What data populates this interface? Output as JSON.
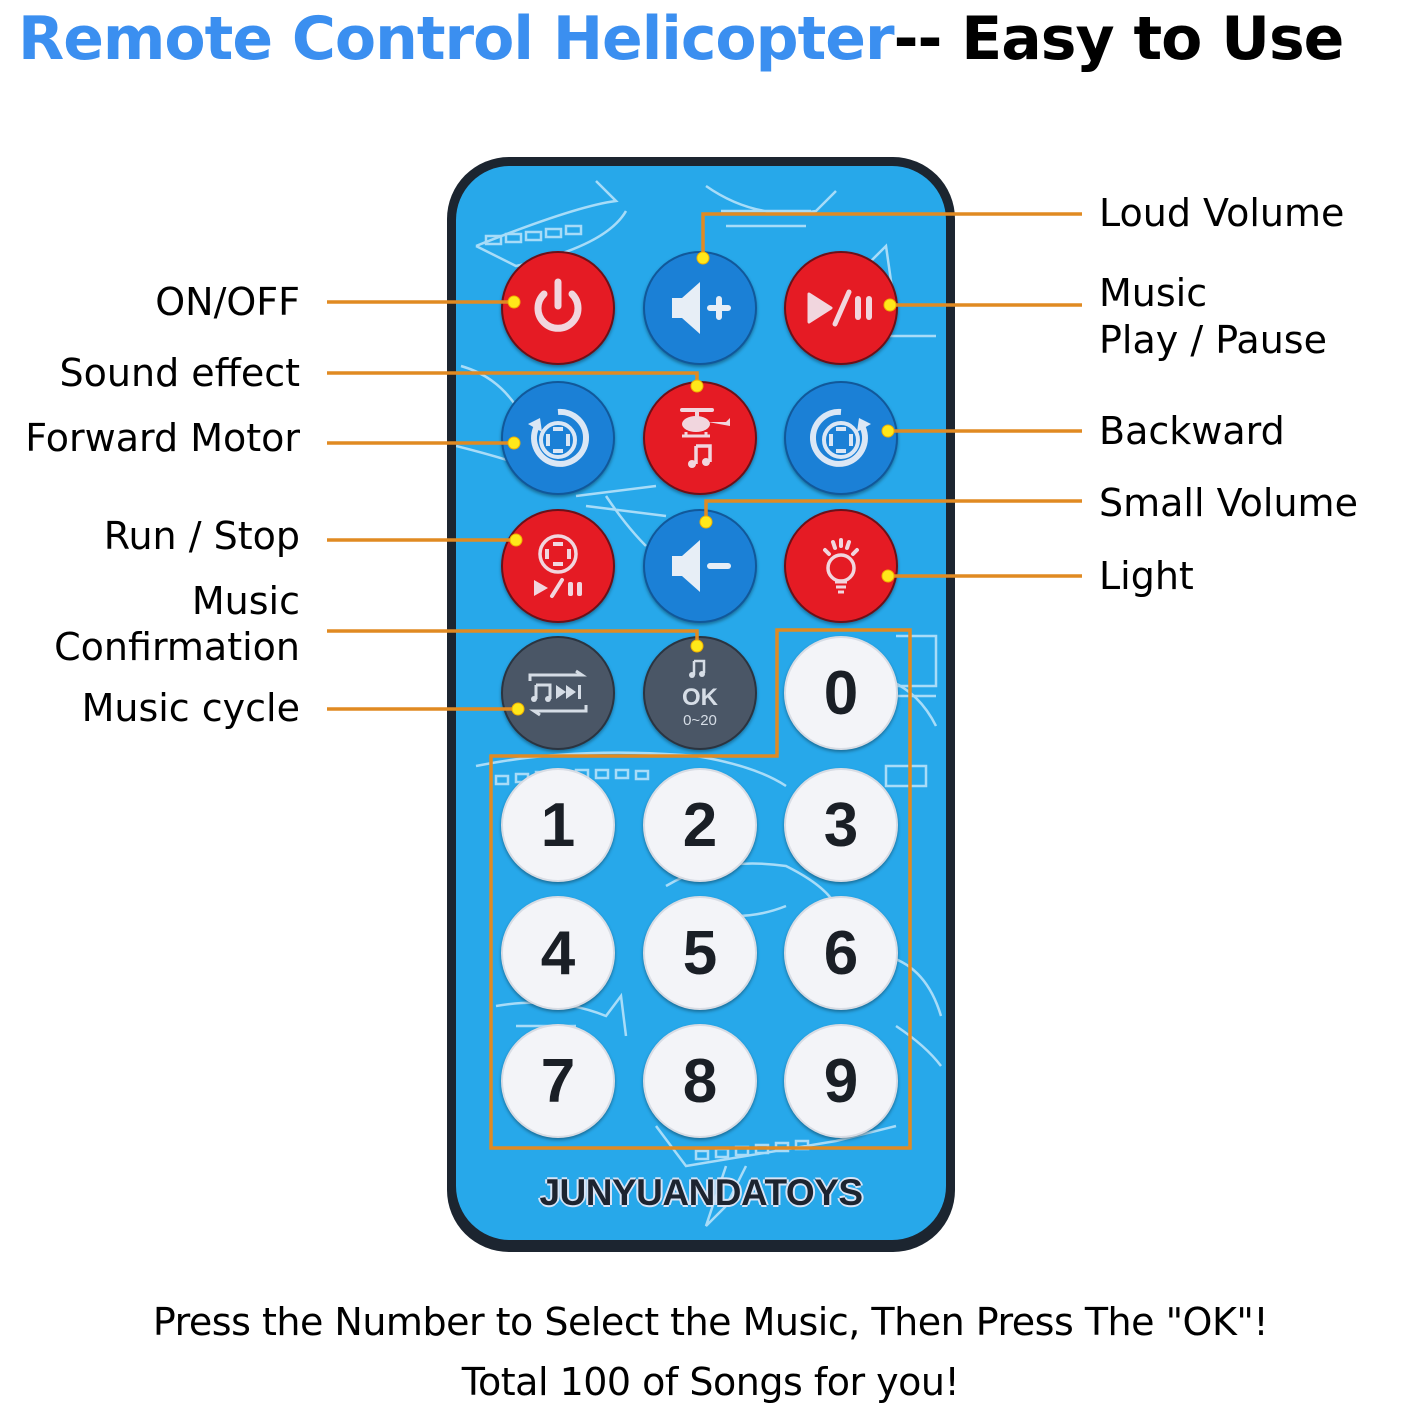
{
  "title": {
    "blue_part": "Remote Control Helicopter",
    "black_part": "-- Easy to Use"
  },
  "remote": {
    "brand": "JUNYUANDATOYS",
    "face_color": "#27a8ea",
    "body_color": "#1c2530",
    "buttons": [
      {
        "id": "power",
        "color": "red",
        "icon": "power-icon"
      },
      {
        "id": "volume-up",
        "color": "blue",
        "icon": "volume-up-icon"
      },
      {
        "id": "music-play-pause",
        "color": "red",
        "icon": "play-pause-icon"
      },
      {
        "id": "forward-motor",
        "color": "blue",
        "icon": "rotate-ccw-motor-icon"
      },
      {
        "id": "sound-effect",
        "color": "red",
        "icon": "helicopter-music-icon"
      },
      {
        "id": "backward-motor",
        "color": "blue",
        "icon": "rotate-cw-motor-icon"
      },
      {
        "id": "run-stop",
        "color": "red",
        "icon": "motor-play-pause-icon"
      },
      {
        "id": "volume-down",
        "color": "blue",
        "icon": "volume-down-icon"
      },
      {
        "id": "light",
        "color": "red",
        "icon": "lightbulb-icon"
      },
      {
        "id": "music-cycle",
        "color": "gray",
        "icon": "music-cycle-icon"
      },
      {
        "id": "ok",
        "color": "gray",
        "icon": "music-ok-icon",
        "ok_text": "OK",
        "range_text": "0~20"
      }
    ],
    "number_keys": [
      "0",
      "1",
      "2",
      "3",
      "4",
      "5",
      "6",
      "7",
      "8",
      "9"
    ]
  },
  "labels": {
    "left": [
      {
        "text": "ON/OFF"
      },
      {
        "text": "Sound effect"
      },
      {
        "text": "Forward Motor"
      },
      {
        "text": "Run / Stop"
      },
      {
        "text": "Music"
      },
      {
        "text": "Confirmation"
      },
      {
        "text": "Music cycle"
      }
    ],
    "right": [
      {
        "text": "Loud Volume"
      },
      {
        "text": "Music"
      },
      {
        "text": "Play / Pause"
      },
      {
        "text": "Backward"
      },
      {
        "text": "Small Volume"
      },
      {
        "text": "Light"
      }
    ]
  },
  "colors": {
    "title_blue": "#3b8ff0",
    "callout_line": "#e08a22",
    "callout_dot": "#ffe81a",
    "button_red": "#e51b24",
    "button_blue": "#1b80d6",
    "button_gray": "#4a5666",
    "button_white": "#f3f4f8"
  },
  "footer": {
    "line1": "Press the Number to Select the Music, Then Press The \"OK\"!",
    "line2": "Total 100 of Songs for you!"
  }
}
